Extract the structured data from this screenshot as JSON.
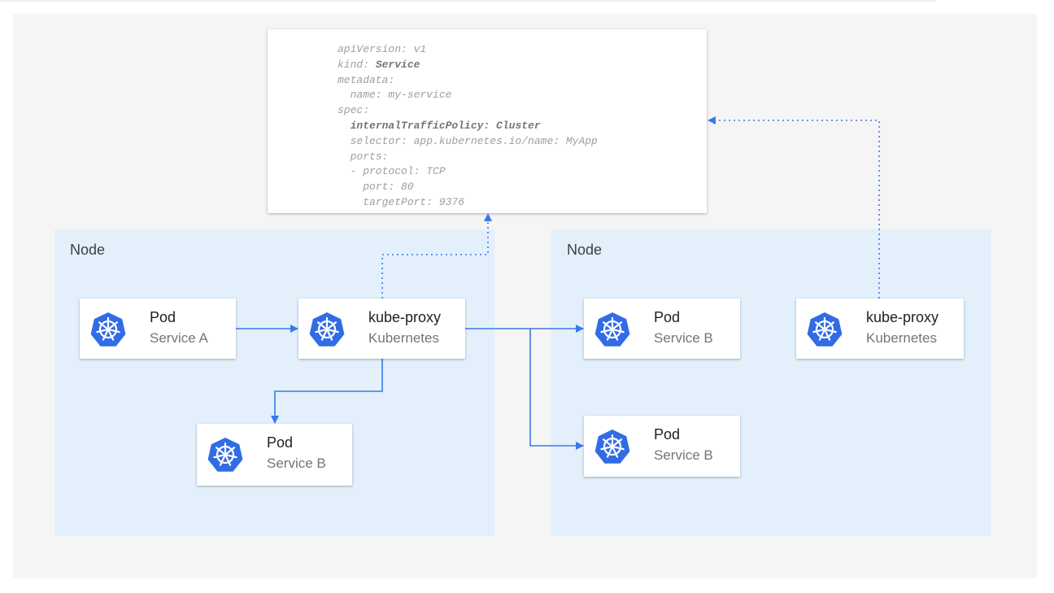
{
  "yaml": {
    "lines": [
      "apiVersion: v1",
      "kind: ",
      "metadata:",
      "  name: my-service",
      "spec:",
      "  ",
      "  selector: app.kubernetes.io/name: MyApp",
      "  ports:",
      "  - protocol: TCP",
      "    port: 80",
      "    targetPort: 9376"
    ],
    "kind_value": "Service",
    "policy": "internalTrafficPolicy: Cluster"
  },
  "nodes": [
    {
      "label": "Node"
    },
    {
      "label": "Node"
    }
  ],
  "cards": [
    {
      "title": "Pod",
      "subtitle": "Service A",
      "icon": "kubernetes-icon"
    },
    {
      "title": "kube-proxy",
      "subtitle": "Kubernetes",
      "icon": "kubernetes-icon"
    },
    {
      "title": "Pod",
      "subtitle": "Service B",
      "icon": "kubernetes-icon"
    },
    {
      "title": "Pod",
      "subtitle": "Service B",
      "icon": "kubernetes-icon"
    },
    {
      "title": "kube-proxy",
      "subtitle": "Kubernetes",
      "icon": "kubernetes-icon"
    },
    {
      "title": "Pod",
      "subtitle": "Service B",
      "icon": "kubernetes-icon"
    }
  ],
  "colors": {
    "accent": "#3b78e7",
    "node_bg": "#e3f0fc",
    "icon": "#326ce5"
  }
}
